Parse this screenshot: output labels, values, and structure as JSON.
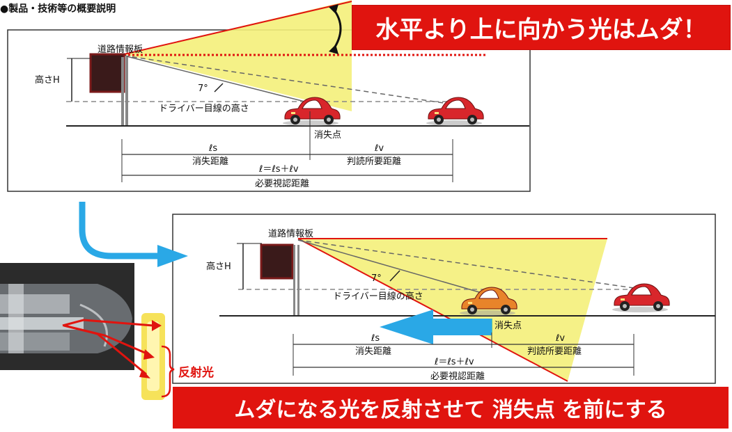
{
  "page": {
    "title": "●製品・技術等の概要説明"
  },
  "banners": {
    "top": "水平より上に向かう光はムダ！",
    "bottom": "ムダになる光を反射させて 消失点 を前にする"
  },
  "diagram_top": {
    "sign_label": "道路情報板",
    "height_label": "高さH",
    "angle_label": "7°",
    "driver_eye_label": "ドライバー目線の高さ",
    "vanish_label": "消失点",
    "ls_symbol": "ℓs",
    "ls_label": "消失距離",
    "lv_symbol": "ℓv",
    "lv_label": "判読所要距離",
    "total_formula": "ℓ＝ℓs＋ℓv",
    "total_label": "必要視認距離"
  },
  "diagram_bottom": {
    "sign_label": "道路情報板",
    "height_label": "高さH",
    "angle_label": "7°",
    "driver_eye_label": "ドライバー目線の高さ",
    "vanish_label": "消失点",
    "ls_symbol": "ℓs",
    "ls_label": "消失距離",
    "lv_symbol": "ℓv",
    "lv_label": "判読所要距離",
    "total_formula": "ℓ＝ℓs＋ℓv",
    "total_label": "必要視認距離"
  },
  "reflection": {
    "label": "反射光"
  },
  "colors": {
    "banner_red": "#e0140f",
    "light_yellow": "#f4ef7a",
    "arrow_blue": "#2aa8e6",
    "vanish_green": "#5cc4a0",
    "car_red": "#d8262b",
    "car_orange": "#e8842a"
  }
}
